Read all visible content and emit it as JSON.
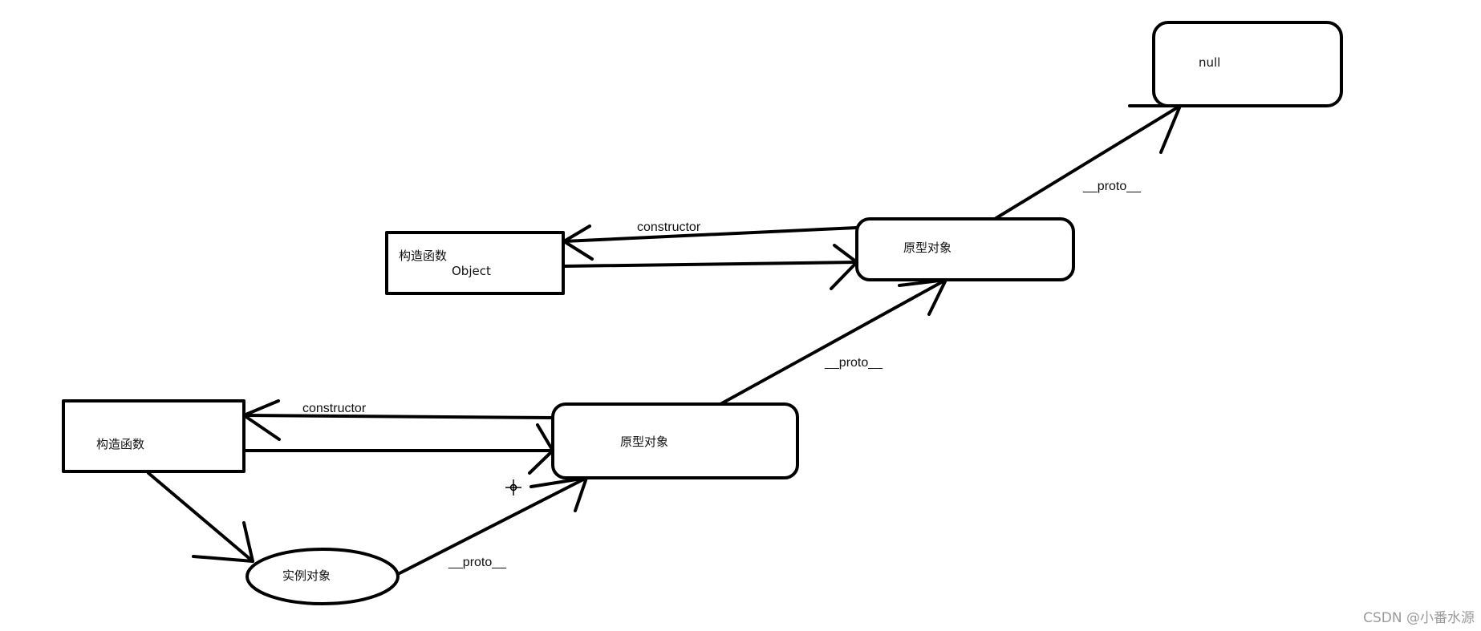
{
  "nodes": {
    "constructor_object": {
      "line1": "构造函数",
      "line2": "Object"
    },
    "prototype_upper": {
      "label": "原型对象"
    },
    "null_box": {
      "label": "null"
    },
    "constructor_lower": {
      "label": "构造函数"
    },
    "prototype_lower": {
      "label": "原型对象"
    },
    "instance": {
      "label": "实例对象"
    }
  },
  "edges": {
    "constructor_upper": "constructor",
    "constructor_lower": "constructor",
    "proto_to_null": "__proto__",
    "proto_lower_to_upper": "__proto__",
    "proto_instance": "__proto__"
  },
  "watermark": "CSDN @小番水源"
}
